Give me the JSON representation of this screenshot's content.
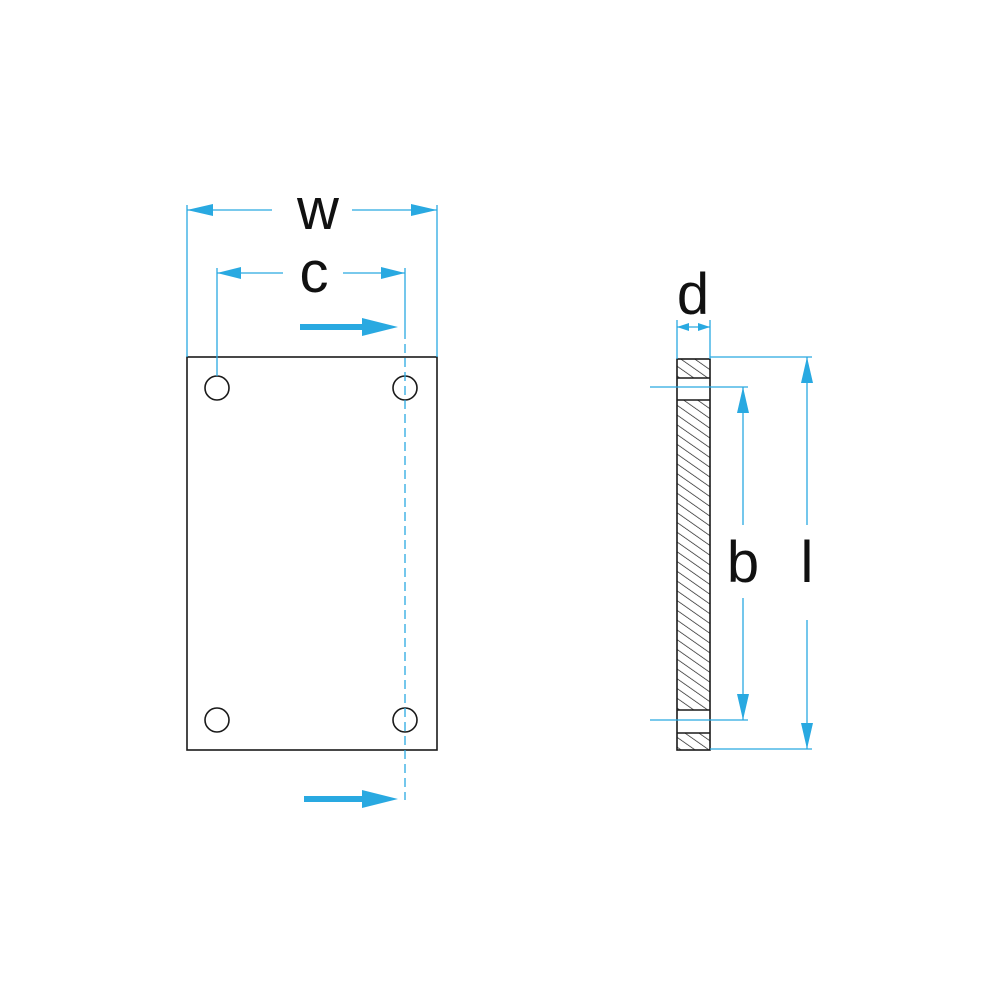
{
  "labels": {
    "width": "w",
    "hole_spacing": "c",
    "thickness": "d",
    "hole_span": "b",
    "length": "l"
  },
  "colors": {
    "dimension": "#29a9e1",
    "outline": "#1a1a1a",
    "background": "#ffffff"
  },
  "section_cut": {
    "arrow_count": 2
  }
}
